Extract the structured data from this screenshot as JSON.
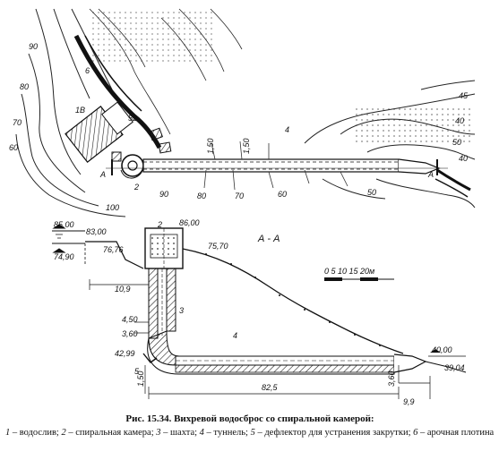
{
  "plan": {
    "contour_labels": [
      "90",
      "80",
      "70",
      "60",
      "100",
      "90",
      "80",
      "70",
      "60",
      "50",
      "40",
      "50",
      "40",
      "45"
    ],
    "item_labels": [
      "6",
      "1B",
      "52",
      "2",
      "4",
      "A",
      "A"
    ],
    "vertical_labels": [
      "1,50",
      "1,50"
    ]
  },
  "section": {
    "title": "А - А",
    "scale_text": "0 5 10 15 20м",
    "elevations": [
      "85,00",
      "83,00",
      "86,00",
      "75,70",
      "76,76",
      "74,90",
      "10,9",
      "4,50",
      "3,60",
      "42,99",
      "40,00",
      "39,04"
    ],
    "dimensions": [
      "82,5",
      "9,9",
      "1,50",
      "3,60"
    ],
    "item_labels": [
      "2",
      "3",
      "4",
      "5"
    ]
  },
  "caption": {
    "title": "Рис. 15.34. Вихревой водосброс со спиральной камерой:",
    "items": [
      {
        "num": "1",
        "text": " – водослив; "
      },
      {
        "num": "2",
        "text": " – спиральная камера; "
      },
      {
        "num": "3",
        "text": " – шахта; "
      },
      {
        "num": "4",
        "text": " – туннель; "
      },
      {
        "num": "5",
        "text": " – дефлектор для устранения закрутки; "
      },
      {
        "num": "6",
        "text": " – арочная плотина"
      }
    ]
  }
}
